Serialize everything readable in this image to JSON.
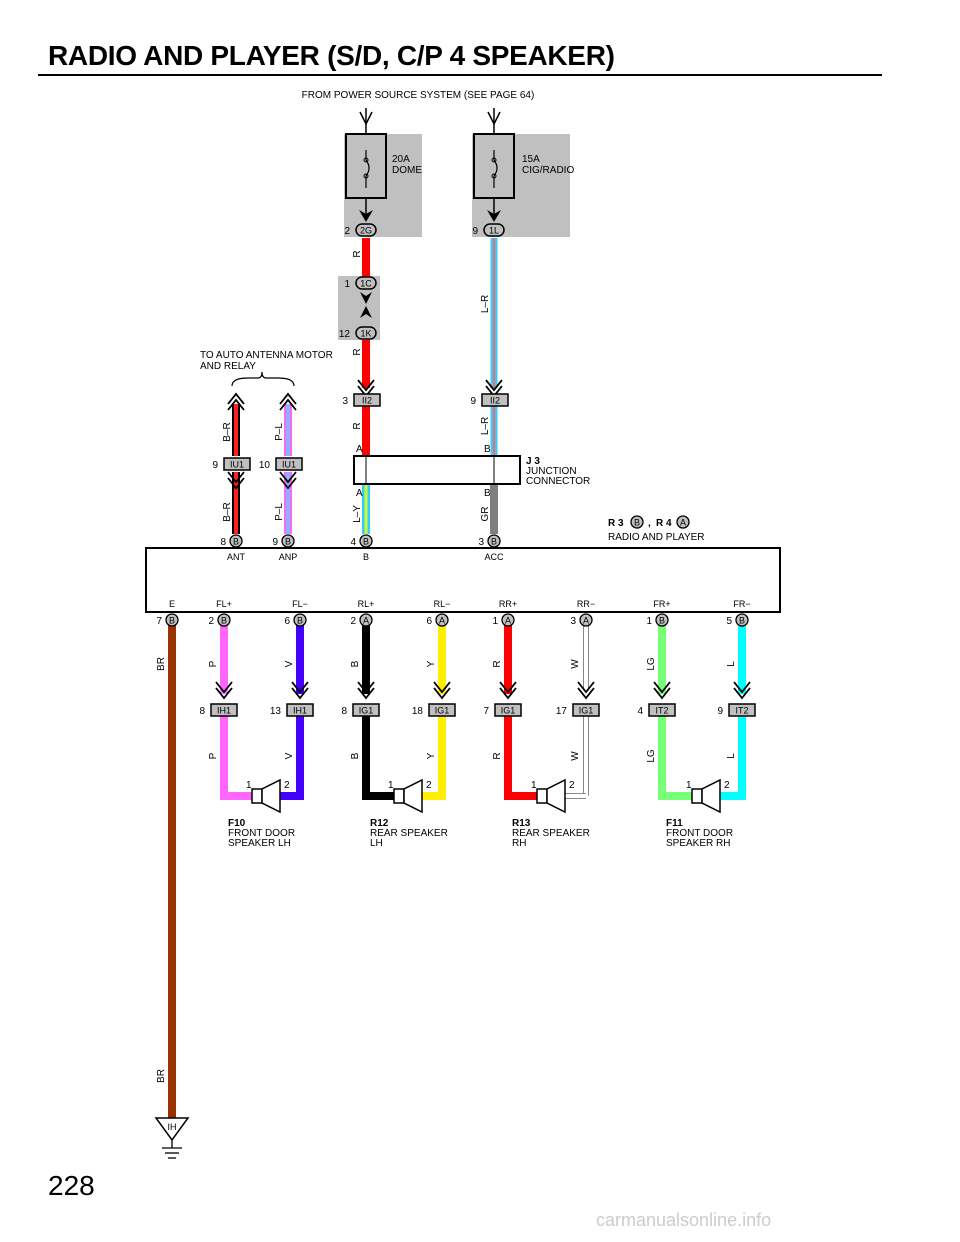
{
  "page": {
    "title": "RADIO AND PLAYER (S/D, C/P 4 SPEAKER)",
    "page_number": "228",
    "watermark": "carmanualsonline.info"
  },
  "power": {
    "label": "FROM POWER SOURCE SYSTEM (SEE PAGE 64)",
    "fuses": [
      {
        "amp": "20A",
        "name": "DOME",
        "pin": "2",
        "connector": "2G"
      },
      {
        "amp": "15A",
        "name": "CIG/RADIO",
        "pin": "9",
        "connector": "1L"
      }
    ]
  },
  "junction_blocks": {
    "upper": {
      "pin": "1",
      "connector": "1C"
    },
    "lower": {
      "pin": "12",
      "connector": "1K"
    }
  },
  "antenna": {
    "label_line1": "TO AUTO ANTENNA MOTOR",
    "label_line2": "AND RELAY"
  },
  "junction_connector": {
    "code": "J 3",
    "line1": "JUNCTION",
    "line2": "CONNECTOR",
    "in_left": "A",
    "in_right": "B",
    "out_left": "A",
    "out_right": "B"
  },
  "radio": {
    "code_r3": "R 3",
    "code_r3_tag": "B",
    "separator": ",",
    "code_r4": "R 4",
    "code_r4_tag": "A",
    "name": "RADIO AND PLAYER",
    "top_terminals": [
      "ANT",
      "ANP",
      "B",
      "ACC"
    ],
    "bottom_terminals": [
      "E",
      "FL+",
      "FL−",
      "RL+",
      "RL−",
      "RR+",
      "RR−",
      "FR+",
      "FR−"
    ]
  },
  "top_wires": [
    {
      "color_code": "B–R",
      "upper_code": "B–R",
      "conn_pin": "9",
      "conn": "IU1",
      "radio_pin": "8",
      "radio_tag": "B",
      "upper_hex": "#e02020"
    },
    {
      "color_code": "P–L",
      "upper_code": "P–L",
      "conn_pin": "10",
      "conn": "IU1",
      "radio_pin": "9",
      "radio_tag": "B",
      "upper_hex": "#ff66ff"
    },
    {
      "color_code": "L–Y",
      "upper_code": "R",
      "conn_pin": "3",
      "conn": "II2",
      "radio_pin": "4",
      "radio_tag": "B",
      "upper_hex": "#ff0000"
    },
    {
      "color_code": "GR",
      "upper_code": "L–R",
      "conn_pin": "9",
      "conn": "II2",
      "radio_pin": "3",
      "radio_tag": "B",
      "upper_hex": "#33ccff"
    }
  ],
  "wire_labels": {
    "dome_r1": "R",
    "dome_r2": "R",
    "dome_r3": "R",
    "cig_lr": "L–R"
  },
  "bottom_pins": [
    {
      "pin": "7",
      "tag": "B",
      "code": "BR",
      "hex": "#993300"
    },
    {
      "pin": "2",
      "tag": "B",
      "code": "P",
      "hex": "#ff66ff",
      "conn_pin": "8",
      "conn": "IH1"
    },
    {
      "pin": "6",
      "tag": "B",
      "code": "V",
      "hex": "#4400ff",
      "conn_pin": "13",
      "conn": "IH1"
    },
    {
      "pin": "2",
      "tag": "A",
      "code": "B",
      "hex": "#000000",
      "conn_pin": "8",
      "conn": "IG1"
    },
    {
      "pin": "6",
      "tag": "A",
      "code": "Y",
      "hex": "#ffee00",
      "conn_pin": "18",
      "conn": "IG1"
    },
    {
      "pin": "1",
      "tag": "A",
      "code": "R",
      "hex": "#ff0000",
      "conn_pin": "7",
      "conn": "IG1"
    },
    {
      "pin": "3",
      "tag": "A",
      "code": "W",
      "hex": "#ffffff",
      "conn_pin": "17",
      "conn": "IG1"
    },
    {
      "pin": "1",
      "tag": "B",
      "code": "LG",
      "hex": "#77ff77",
      "conn_pin": "4",
      "conn": "IT2"
    },
    {
      "pin": "5",
      "tag": "B",
      "code": "L",
      "hex": "#00ffff",
      "conn_pin": "9",
      "conn": "IT2"
    }
  ],
  "speakers": [
    {
      "code": "F10",
      "line1": "FRONT DOOR",
      "line2": "SPEAKER LH",
      "pin1": "1",
      "pin2": "2"
    },
    {
      "code": "R12",
      "line1": "REAR SPEAKER",
      "line2": "LH",
      "pin1": "1",
      "pin2": "2"
    },
    {
      "code": "R13",
      "line1": "REAR SPEAKER",
      "line2": "RH",
      "pin1": "1",
      "pin2": "2"
    },
    {
      "code": "F11",
      "line1": "FRONT DOOR",
      "line2": "SPEAKER RH",
      "pin1": "1",
      "pin2": "2"
    }
  ],
  "ground": {
    "code": "IH",
    "wire_code": "BR"
  }
}
